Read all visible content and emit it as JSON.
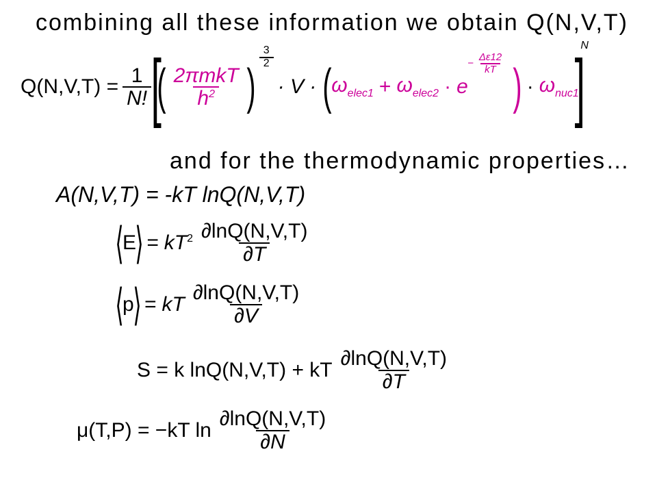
{
  "heading1": "combining all these information we obtain Q(N,V,T)",
  "heading2": "and for the thermodynamic properties…",
  "colors": {
    "text": "#000000",
    "accent": "#cc0099"
  },
  "eq_Q": {
    "lhs": "Q(N,V,T) =",
    "one": "1",
    "nfact": "N!",
    "num": "2πmkT",
    "den": "h",
    "den_pow": "2",
    "pow_num": "3",
    "pow_den": "2",
    "dotV": "· V ·",
    "omega_e1": "ω",
    "omega_e1_sub": "elec1",
    "plus": "+",
    "omega_e2": "ω",
    "omega_e2_sub": "elec2",
    "dot": "·",
    "e": "e",
    "exp_minus": "−",
    "exp_num": "Δε12",
    "exp_den": "kT",
    "omega_nuc": "ω",
    "omega_nuc_sub": "nuc1",
    "outer_pow": "N"
  },
  "eq_A": "A(N,V,T) = -kT lnQ(N,V,T)",
  "eq_E": {
    "lhs": "E",
    "mid": "= kT",
    "pow": "2",
    "num": "∂lnQ(N,V,T)",
    "den": "∂T"
  },
  "eq_p": {
    "lhs": "p",
    "mid": "= kT",
    "num": "∂lnQ(N,V,T)",
    "den": "∂V"
  },
  "eq_S": {
    "lhs": "S = k lnQ(N,V,T) + kT",
    "num": "∂lnQ(N,V,T)",
    "den": "∂T"
  },
  "eq_mu": {
    "lhs": "μ(T,P) = −kT ln",
    "num": "∂lnQ(N,V,T)",
    "den": "∂N"
  }
}
